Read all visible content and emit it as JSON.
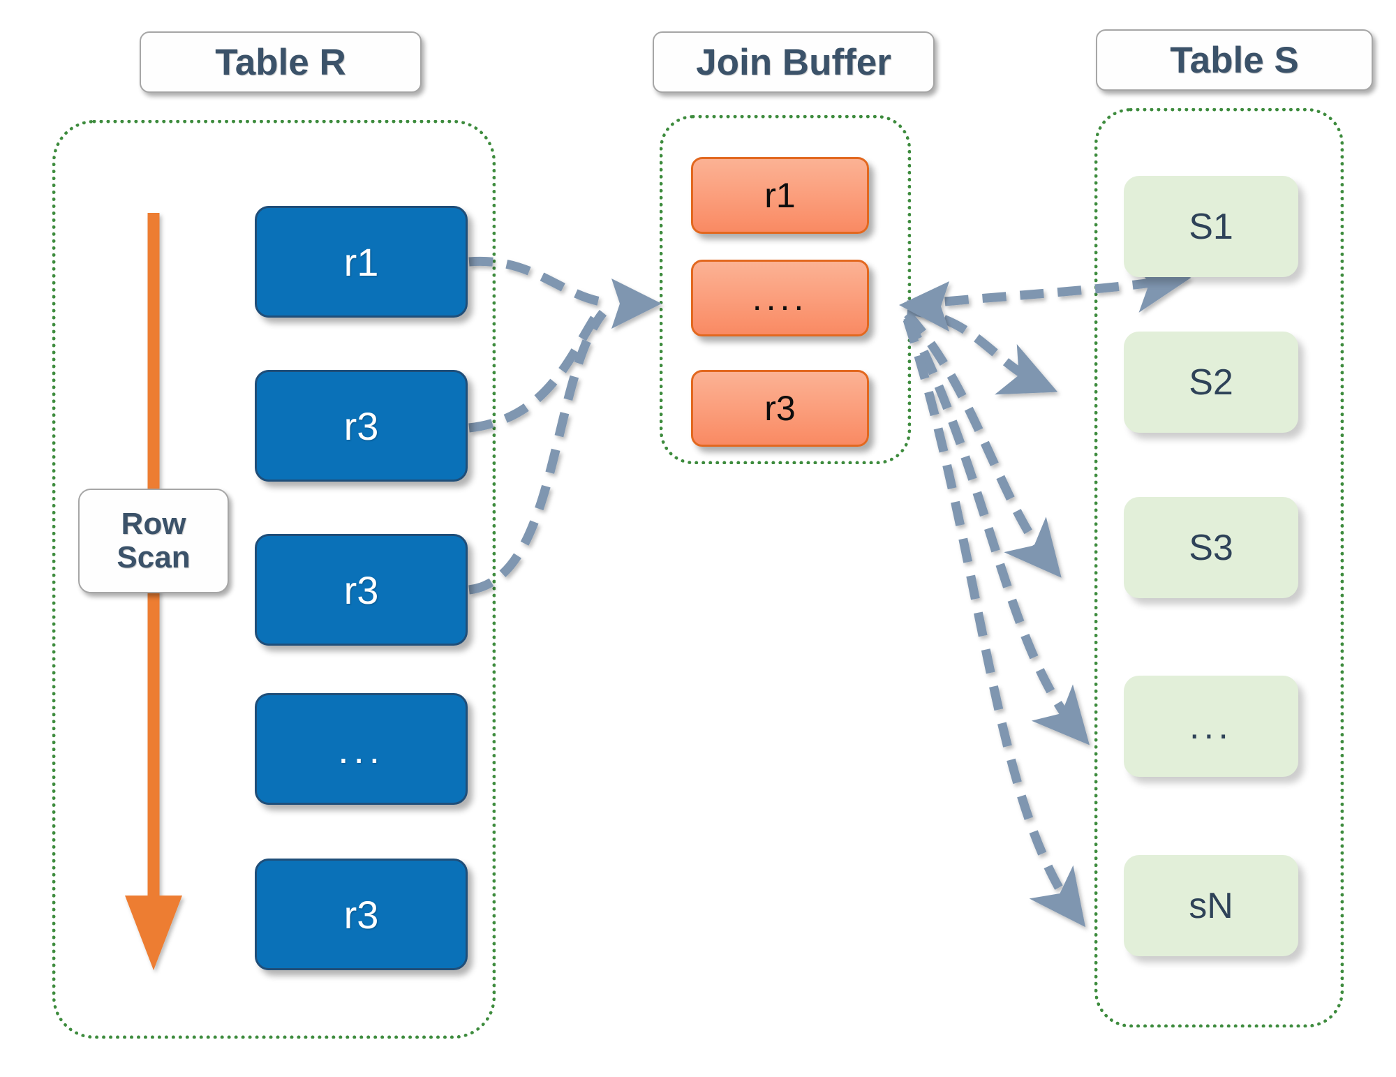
{
  "diagram": {
    "title_labels": {
      "table_r": "Table R",
      "join_buffer": "Join Buffer",
      "table_s": "Table S"
    },
    "annotations": {
      "row_scan_line1": "Row",
      "row_scan_line2": "Scan"
    },
    "colors": {
      "table_r_node_fill": "#0a71b8",
      "table_r_node_border": "#1f4e79",
      "join_buffer_node_fill": "#fb9f7d",
      "join_buffer_node_border": "#e2681f",
      "table_s_node_fill": "#e2efd9",
      "container_border": "#3d8b3d",
      "scan_arrow": "#ed7d31",
      "flow_arrow": "#7f96b0",
      "label_text": "#3b5269"
    },
    "table_r": {
      "rows": [
        {
          "label": "r1"
        },
        {
          "label": "r3"
        },
        {
          "label": "r3"
        },
        {
          "label": "..."
        },
        {
          "label": "r3"
        }
      ]
    },
    "join_buffer": {
      "rows": [
        {
          "label": "r1"
        },
        {
          "label": "...."
        },
        {
          "label": "r3"
        }
      ]
    },
    "table_s": {
      "rows": [
        {
          "label": "S1"
        },
        {
          "label": "S2"
        },
        {
          "label": "S3"
        },
        {
          "label": "..."
        },
        {
          "label": "sN"
        }
      ]
    }
  }
}
